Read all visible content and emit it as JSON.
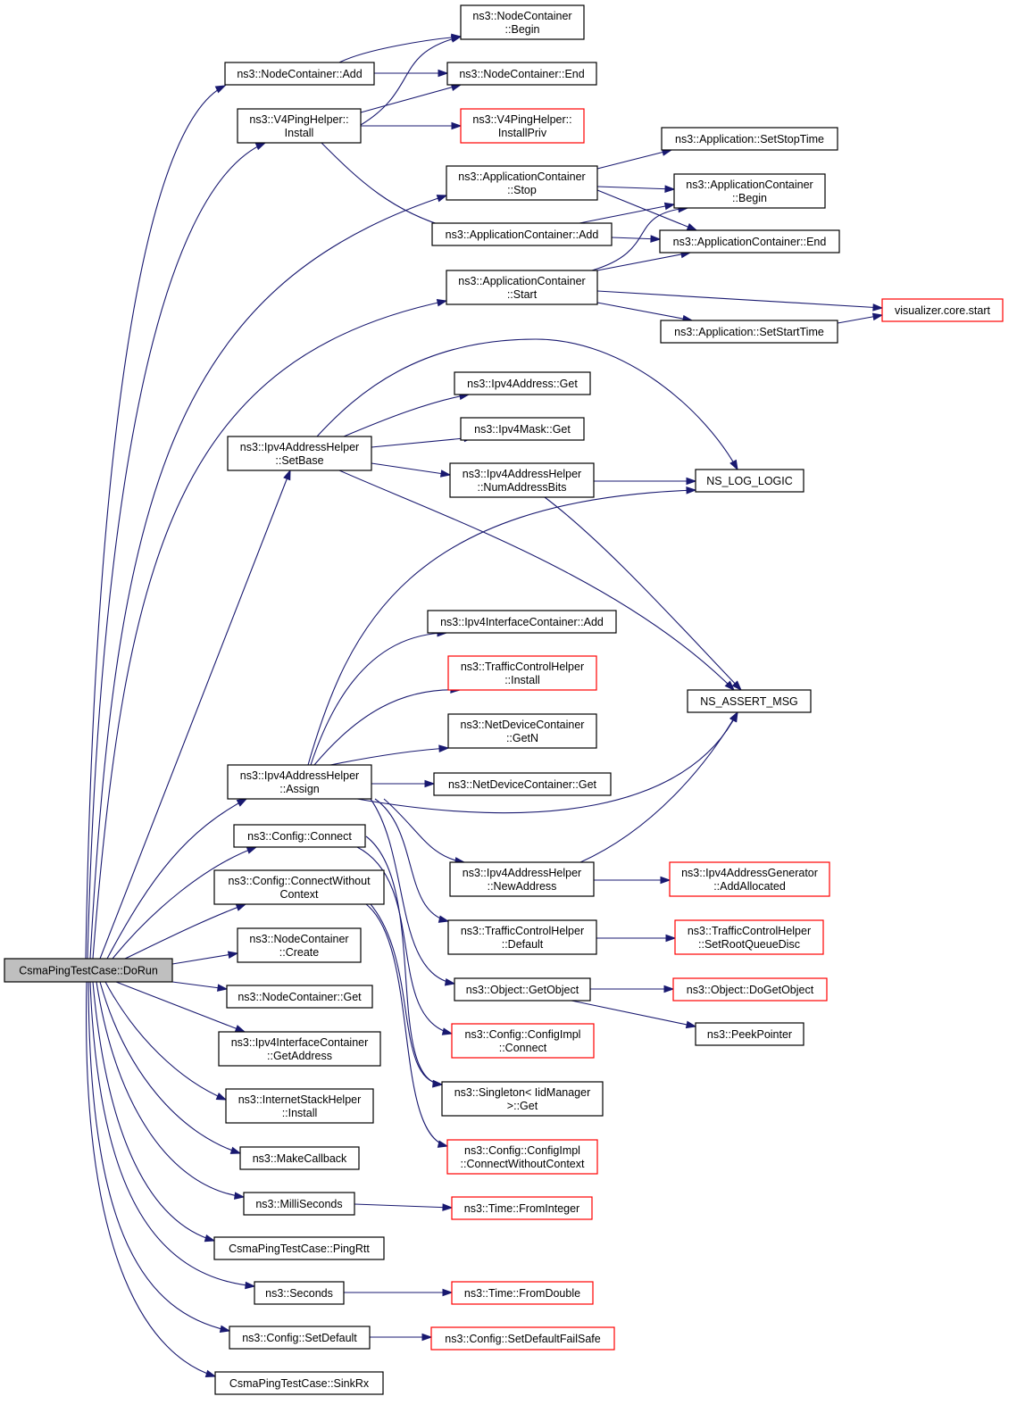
{
  "nodes": {
    "doRun": {
      "lines": [
        "CsmaPingTestCase::DoRun"
      ],
      "red": false,
      "root": true
    },
    "ncAdd": {
      "lines": [
        "ns3::NodeContainer::Add"
      ],
      "red": false
    },
    "v4Install": {
      "lines": [
        "ns3::V4PingHelper::",
        "Install"
      ],
      "red": false
    },
    "ncBegin": {
      "lines": [
        "ns3::NodeContainer",
        "::Begin"
      ],
      "red": false
    },
    "ncEnd": {
      "lines": [
        "ns3::NodeContainer::End"
      ],
      "red": false
    },
    "v4InstallPriv": {
      "lines": [
        "ns3::V4PingHelper::",
        "InstallPriv"
      ],
      "red": true
    },
    "appSetStopTime": {
      "lines": [
        "ns3::Application::SetStopTime"
      ],
      "red": false
    },
    "acStop": {
      "lines": [
        "ns3::ApplicationContainer",
        "::Stop"
      ],
      "red": false
    },
    "acBegin": {
      "lines": [
        "ns3::ApplicationContainer",
        "::Begin"
      ],
      "red": false
    },
    "acAdd": {
      "lines": [
        "ns3::ApplicationContainer::Add"
      ],
      "red": false
    },
    "acEnd": {
      "lines": [
        "ns3::ApplicationContainer::End"
      ],
      "red": false
    },
    "acStart": {
      "lines": [
        "ns3::ApplicationContainer",
        "::Start"
      ],
      "red": false
    },
    "vizStart": {
      "lines": [
        "visualizer.core.start"
      ],
      "red": true
    },
    "appSetStartTime": {
      "lines": [
        "ns3::Application::SetStartTime"
      ],
      "red": false
    },
    "ipv4AddrGet": {
      "lines": [
        "ns3::Ipv4Address::Get"
      ],
      "red": false
    },
    "ipv4MaskGet": {
      "lines": [
        "ns3::Ipv4Mask::Get"
      ],
      "red": false
    },
    "setBase": {
      "lines": [
        "ns3::Ipv4AddressHelper",
        "::SetBase"
      ],
      "red": false
    },
    "numAddrBits": {
      "lines": [
        "ns3::Ipv4AddressHelper",
        "::NumAddressBits"
      ],
      "red": false
    },
    "nsLogLogic": {
      "lines": [
        "NS_LOG_LOGIC"
      ],
      "red": false
    },
    "iicAdd": {
      "lines": [
        "ns3::Ipv4InterfaceContainer::Add"
      ],
      "red": false
    },
    "tchInstall": {
      "lines": [
        "ns3::TrafficControlHelper",
        "::Install"
      ],
      "red": true
    },
    "nsAssertMsg": {
      "lines": [
        "NS_ASSERT_MSG"
      ],
      "red": false
    },
    "ndcGetN": {
      "lines": [
        "ns3::NetDeviceContainer",
        "::GetN"
      ],
      "red": false
    },
    "assign": {
      "lines": [
        "ns3::Ipv4AddressHelper",
        "::Assign"
      ],
      "red": false
    },
    "ndcGet": {
      "lines": [
        "ns3::NetDeviceContainer::Get"
      ],
      "red": false
    },
    "cfgConnect": {
      "lines": [
        "ns3::Config::Connect"
      ],
      "red": false
    },
    "newAddress": {
      "lines": [
        "ns3::Ipv4AddressHelper",
        "::NewAddress"
      ],
      "red": false
    },
    "addAllocated": {
      "lines": [
        "ns3::Ipv4AddressGenerator",
        "::AddAllocated"
      ],
      "red": true
    },
    "cfgConnectWoCtx": {
      "lines": [
        "ns3::Config::ConnectWithout",
        "Context"
      ],
      "red": false
    },
    "tchDefault": {
      "lines": [
        "ns3::TrafficControlHelper",
        "::Default"
      ],
      "red": false
    },
    "setRootQueueDisc": {
      "lines": [
        "ns3::TrafficControlHelper",
        "::SetRootQueueDisc"
      ],
      "red": true
    },
    "ncCreate": {
      "lines": [
        "ns3::NodeContainer",
        "::Create"
      ],
      "red": false
    },
    "objGetObject": {
      "lines": [
        "ns3::Object::GetObject"
      ],
      "red": false
    },
    "objDoGetObject": {
      "lines": [
        "ns3::Object::DoGetObject"
      ],
      "red": true
    },
    "ncGet": {
      "lines": [
        "ns3::NodeContainer::Get"
      ],
      "red": false
    },
    "peekPointer": {
      "lines": [
        "ns3::PeekPointer"
      ],
      "red": false
    },
    "iicGetAddress": {
      "lines": [
        "ns3::Ipv4InterfaceContainer",
        "::GetAddress"
      ],
      "red": false
    },
    "cfgImplConnect": {
      "lines": [
        "ns3::Config::ConfigImpl",
        "::Connect"
      ],
      "red": true
    },
    "ishInstall": {
      "lines": [
        "ns3::InternetStackHelper",
        "::Install"
      ],
      "red": false
    },
    "singletonGet": {
      "lines": [
        "ns3::Singleton< IidManager",
        ">::Get"
      ],
      "red": false
    },
    "cfgImplConnWoCtx": {
      "lines": [
        "ns3::Config::ConfigImpl",
        "::ConnectWithoutContext"
      ],
      "red": true
    },
    "makeCallback": {
      "lines": [
        "ns3::MakeCallback"
      ],
      "red": false
    },
    "milliSeconds": {
      "lines": [
        "ns3::MilliSeconds"
      ],
      "red": false
    },
    "timeFromInteger": {
      "lines": [
        "ns3::Time::FromInteger"
      ],
      "red": true
    },
    "pingRtt": {
      "lines": [
        "CsmaPingTestCase::PingRtt"
      ],
      "red": false
    },
    "seconds": {
      "lines": [
        "ns3::Seconds"
      ],
      "red": false
    },
    "timeFromDouble": {
      "lines": [
        "ns3::Time::FromDouble"
      ],
      "red": true
    },
    "cfgSetDefault": {
      "lines": [
        "ns3::Config::SetDefault"
      ],
      "red": false
    },
    "setDefaultFailSafe": {
      "lines": [
        "ns3::Config::SetDefaultFailSafe"
      ],
      "red": true
    },
    "sinkRx": {
      "lines": [
        "CsmaPingTestCase::SinkRx"
      ],
      "red": false
    }
  },
  "edges": [
    [
      "doRun",
      "ncAdd"
    ],
    [
      "doRun",
      "v4Install"
    ],
    [
      "doRun",
      "acStop"
    ],
    [
      "doRun",
      "acStart"
    ],
    [
      "doRun",
      "setBase"
    ],
    [
      "doRun",
      "assign"
    ],
    [
      "doRun",
      "cfgConnect"
    ],
    [
      "doRun",
      "cfgConnectWoCtx"
    ],
    [
      "doRun",
      "ncCreate"
    ],
    [
      "doRun",
      "ncGet"
    ],
    [
      "doRun",
      "iicGetAddress"
    ],
    [
      "doRun",
      "ishInstall"
    ],
    [
      "doRun",
      "makeCallback"
    ],
    [
      "doRun",
      "milliSeconds"
    ],
    [
      "doRun",
      "pingRtt"
    ],
    [
      "doRun",
      "seconds"
    ],
    [
      "doRun",
      "cfgSetDefault"
    ],
    [
      "doRun",
      "sinkRx"
    ],
    [
      "ncAdd",
      "ncBegin"
    ],
    [
      "ncAdd",
      "ncEnd"
    ],
    [
      "v4Install",
      "ncBegin"
    ],
    [
      "v4Install",
      "ncEnd"
    ],
    [
      "v4Install",
      "v4InstallPriv"
    ],
    [
      "v4Install",
      "acAdd"
    ],
    [
      "acStop",
      "appSetStopTime"
    ],
    [
      "acStop",
      "acBegin"
    ],
    [
      "acStop",
      "acEnd"
    ],
    [
      "acAdd",
      "acBegin"
    ],
    [
      "acAdd",
      "acEnd"
    ],
    [
      "acStart",
      "acBegin"
    ],
    [
      "acStart",
      "acEnd"
    ],
    [
      "acStart",
      "vizStart"
    ],
    [
      "acStart",
      "appSetStartTime"
    ],
    [
      "appSetStartTime",
      "vizStart"
    ],
    [
      "setBase",
      "nsLogLogic"
    ],
    [
      "setBase",
      "ipv4AddrGet"
    ],
    [
      "setBase",
      "ipv4MaskGet"
    ],
    [
      "setBase",
      "numAddrBits"
    ],
    [
      "setBase",
      "nsAssertMsg"
    ],
    [
      "numAddrBits",
      "nsLogLogic"
    ],
    [
      "numAddrBits",
      "nsAssertMsg"
    ],
    [
      "assign",
      "nsLogLogic"
    ],
    [
      "assign",
      "iicAdd"
    ],
    [
      "assign",
      "tchInstall"
    ],
    [
      "assign",
      "ndcGetN"
    ],
    [
      "assign",
      "ndcGet"
    ],
    [
      "assign",
      "nsAssertMsg"
    ],
    [
      "assign",
      "newAddress"
    ],
    [
      "assign",
      "tchDefault"
    ],
    [
      "assign",
      "objGetObject"
    ],
    [
      "newAddress",
      "nsAssertMsg"
    ],
    [
      "newAddress",
      "addAllocated"
    ],
    [
      "tchDefault",
      "setRootQueueDisc"
    ],
    [
      "objGetObject",
      "objDoGetObject"
    ],
    [
      "objGetObject",
      "peekPointer"
    ],
    [
      "cfgConnect",
      "cfgImplConnect"
    ],
    [
      "cfgConnect",
      "singletonGet"
    ],
    [
      "cfgConnectWoCtx",
      "singletonGet"
    ],
    [
      "cfgConnectWoCtx",
      "cfgImplConnWoCtx"
    ],
    [
      "milliSeconds",
      "timeFromInteger"
    ],
    [
      "seconds",
      "timeFromDouble"
    ],
    [
      "cfgSetDefault",
      "setDefaultFailSafe"
    ]
  ]
}
